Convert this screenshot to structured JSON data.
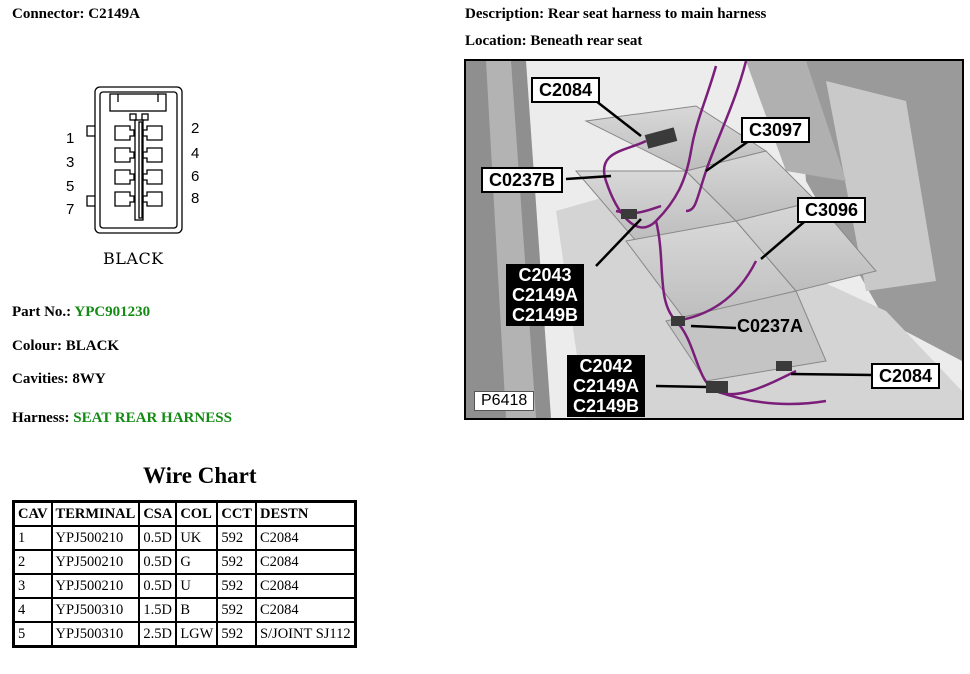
{
  "header": {
    "connector_label": "Connector:",
    "connector_value": "C2149A",
    "description_label": "Description:",
    "description_value": "Rear seat harness to main harness",
    "location_label": "Location:",
    "location_value": "Beneath rear seat"
  },
  "connector_diagram": {
    "caption": "BLACK",
    "left_pins": [
      "1",
      "3",
      "5",
      "7"
    ],
    "right_pins": [
      "2",
      "4",
      "6",
      "8"
    ]
  },
  "details": {
    "part_label": "Part No.:",
    "part_value": "YPC901230",
    "colour_label": "Colour:",
    "colour_value": "BLACK",
    "cavities_label": "Cavities:",
    "cavities_value": "8WY",
    "harness_label": "Harness:",
    "harness_value": "SEAT REAR HARNESS",
    "link_color": "#138a13"
  },
  "wire_chart": {
    "title": "Wire Chart",
    "columns": [
      "CAV",
      "TERMINAL",
      "CSA",
      "COL",
      "CCT",
      "DESTN"
    ],
    "rows": [
      [
        "1",
        "YPJ500210",
        "0.5D",
        "UK",
        "592",
        "C2084"
      ],
      [
        "2",
        "YPJ500210",
        "0.5D",
        "G",
        "592",
        "C2084"
      ],
      [
        "3",
        "YPJ500210",
        "0.5D",
        "U",
        "592",
        "C2084"
      ],
      [
        "4",
        "YPJ500310",
        "1.5D",
        "B",
        "592",
        "C2084"
      ],
      [
        "5",
        "YPJ500310",
        "2.5D",
        "LGW",
        "592",
        "S/JOINT SJ112"
      ]
    ]
  },
  "photo": {
    "id": "P6418",
    "harness_color": "#7a1e7a",
    "labels": {
      "c2084_top": "C2084",
      "c3097": "C3097",
      "c0237b": "C0237B",
      "c3096": "C3096",
      "group1": [
        "C2043",
        "C2149A",
        "C2149B"
      ],
      "c0237a": "C0237A",
      "group2": [
        "C2042",
        "C2149A",
        "C2149B"
      ],
      "c2084_bottom": "C2084"
    }
  }
}
